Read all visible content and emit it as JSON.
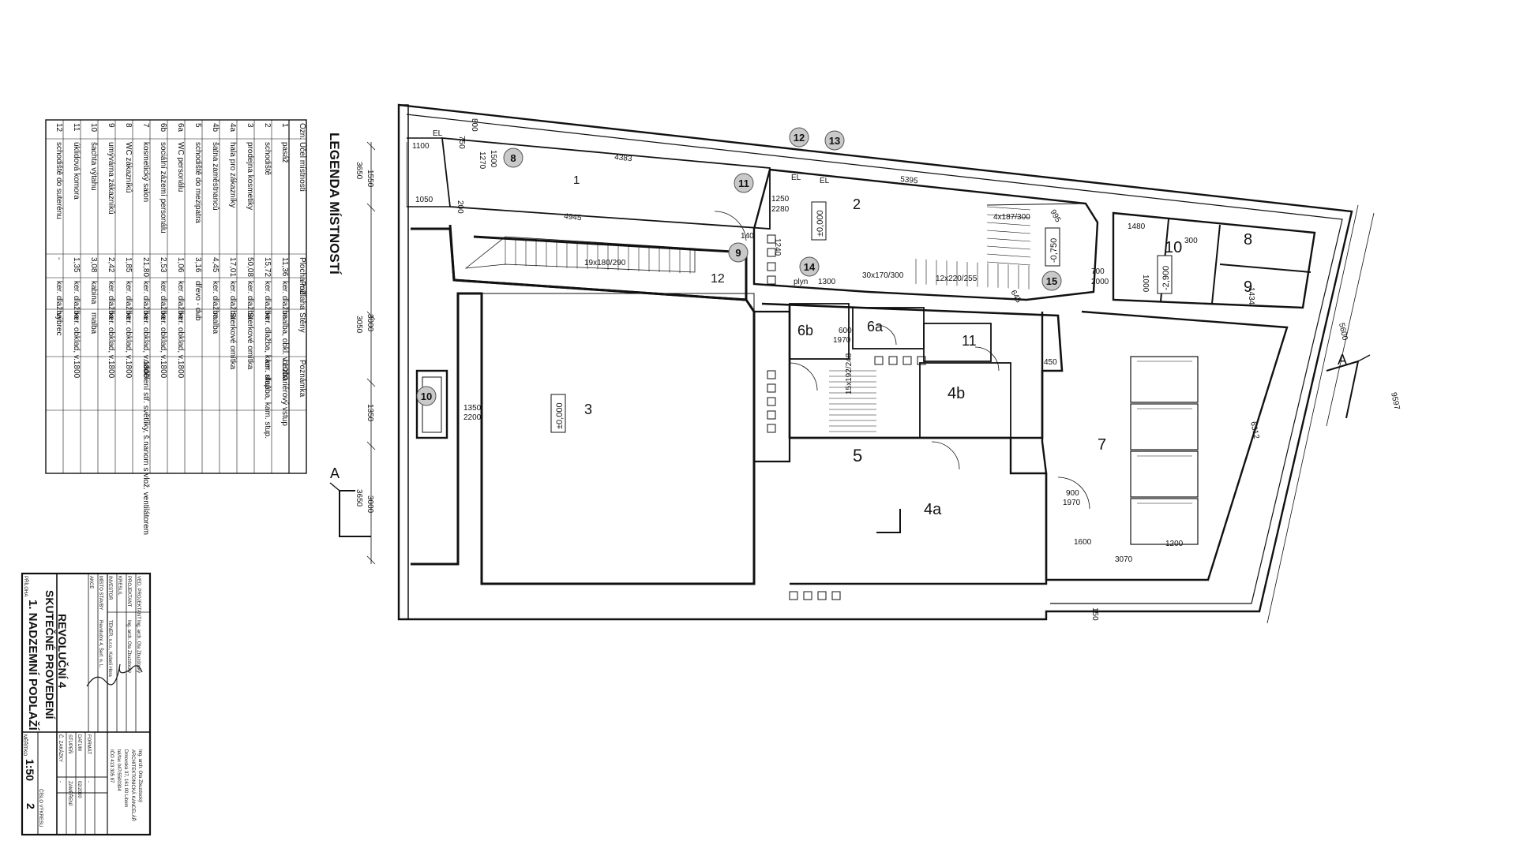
{
  "legend": {
    "title": "LEGENDA MÍSTNOSTÍ",
    "headers": [
      "Ozn.",
      "Účel místnosti",
      "Plocha m2",
      "Podlaha",
      "Stěny",
      "Poznámka"
    ],
    "rows": [
      {
        "id": "1",
        "name": "pasáž",
        "area": "11,36",
        "floor": "ker. dlažba",
        "walls": "malba, obkl. v.1000",
        "note": "bezbariérový vstup"
      },
      {
        "id": "2",
        "name": "schodiště",
        "area": "15,72",
        "floor": "ker. dlažba",
        "walls": "ker. dlažba, kam. stup.",
        "note": "ker. dlažba, kam. stup."
      },
      {
        "id": "3",
        "name": "prodejna kosmetiky",
        "area": "50,08",
        "floor": "ker. dlažba",
        "walls": "Sterkové omítka",
        "note": ""
      },
      {
        "id": "4a",
        "name": "hala pro zákazníky",
        "area": "17,01",
        "floor": "ker. dlažba",
        "walls": "Sterkové omítka",
        "note": ""
      },
      {
        "id": "4b",
        "name": "šatna zaměstnanců",
        "area": "4,45",
        "floor": "ker. dlažba",
        "walls": "malba",
        "note": ""
      },
      {
        "id": "5",
        "name": "schodiště do mezipatra",
        "area": "3,16",
        "floor": "dřevo - dub",
        "walls": "-",
        "note": ""
      },
      {
        "id": "6a",
        "name": "WC personálu",
        "area": "1,06",
        "floor": "ker. dlažba",
        "walls": "ker. obklad, v.1800",
        "note": ""
      },
      {
        "id": "6b",
        "name": "sociální zázemí personálu",
        "area": "2,53",
        "floor": "ker. dlažba",
        "walls": "ker. obklad, v.1800",
        "note": ""
      },
      {
        "id": "7",
        "name": "kosmetický salon",
        "area": "21,80",
        "floor": "ker. dlažba",
        "walls": "ker. obklad, v.1800",
        "note": "oddělení stř. světliky, š.nanom s vlož. ventilátorem"
      },
      {
        "id": "8",
        "name": "WC zákazníků",
        "area": "1,85",
        "floor": "ker. dlažba",
        "walls": "ker. obklad, v.1800",
        "note": ""
      },
      {
        "id": "9",
        "name": "umývárna zákazníků",
        "area": "2,42",
        "floor": "ker. dlažba",
        "walls": "ker. obklad, v.1800",
        "note": ""
      },
      {
        "id": "10",
        "name": "šachta výtahu",
        "area": "3,08",
        "floor": "kabina",
        "walls": "malba",
        "note": ""
      },
      {
        "id": "11",
        "name": "úklidová komora",
        "area": "1,35",
        "floor": "ker. dlažba",
        "walls": "ker. obklad, v.1800",
        "note": ""
      },
      {
        "id": "12",
        "name": "schodiště do suterénu",
        "area": "-",
        "floor": "ker. dlažba",
        "walls": "výbrec",
        "note": ""
      }
    ]
  },
  "title_block": {
    "designer_label": "VED. PROJEKTANT",
    "designer": "Ing. arch. Ota Zbuzdocký",
    "project_label": "PROJEKTANT",
    "project_name": "Ing. arch. Ota Zbuzdocký",
    "checked_label": "KRESLIL",
    "investor_label": "INVESTOR",
    "investor": "TENER, s.r.o., Kubelí Hora",
    "location_label": "MÍSTO STAVBY",
    "location": "Revoluční 4, Šerf. n. L.",
    "action_label": "AKCE",
    "action_title": "REVOLUČNÍ 4",
    "subtitle": "SKUTEČNÉ PROVEDENÍ",
    "attachment_label": "PŘÍLOHA",
    "drawing_title": "1. NADZEMNÍ PODLAŽÍ",
    "office": "ARCHITEKTONICKÁ KANCELÁŘ",
    "office_name": "Ing. arch. Ota Zbuzdocký",
    "office_address": "Drnovská 37, 161 00 Libom",
    "office_phone": "tel/fax 047/5500304",
    "office_ico": "IČO 413 305 87",
    "format_label": "FORMÁT",
    "format": "-",
    "date_label": "DATUM",
    "date": "02/2000",
    "stage_label": "STUPEŇ",
    "stage": "ZAMĚŘENÍ",
    "zakazka_label": "Č. ZAKÁZKY",
    "zakazka": "-",
    "scale_label": "MĚŘÍTKO",
    "scale": "1:50",
    "sheet_label": "ČÍSLO VÝKRESU",
    "sheet": "2"
  },
  "plan": {
    "rooms": [
      {
        "id": "1"
      },
      {
        "id": "2"
      },
      {
        "id": "3"
      },
      {
        "id": "4a"
      },
      {
        "id": "4b"
      },
      {
        "id": "5"
      },
      {
        "id": "6a"
      },
      {
        "id": "6b"
      },
      {
        "id": "7"
      },
      {
        "id": "8"
      },
      {
        "id": "9"
      },
      {
        "id": "10"
      },
      {
        "id": "11"
      },
      {
        "id": "12"
      }
    ],
    "circle_labels": [
      "8",
      "9",
      "10",
      "11",
      "12",
      "13",
      "14",
      "15"
    ],
    "levels": [
      "±0,000",
      "±0,000",
      "-0,750",
      "-2,900"
    ],
    "stairs": [
      "4x187/300",
      "19x180/290",
      "30x170/300",
      "12x220/255",
      "15x192/248"
    ],
    "section_label": "A",
    "gas_label": "plyn",
    "el_label": "EL",
    "dims": {
      "top1": "4383",
      "top2": "5395",
      "mid1": "4945",
      "side1": "3650",
      "side2": "1550",
      "side3": "3050",
      "side4": "3000",
      "side5": "1350",
      "side6": "3650",
      "side7": "3000",
      "d1100": "1100",
      "d1050": "1050",
      "d800": "800",
      "d750": "750",
      "d1500": "1500",
      "d1270": "1270",
      "d200": "200",
      "d1250": "1250",
      "d2280": "2280",
      "d1300": "1300",
      "d700": "700",
      "d2000": "2000",
      "d1480": "1480",
      "d300": "300",
      "d1000": "1000",
      "d1350": "1350",
      "d2200": "2200",
      "d600": "600",
      "d1970": "1970",
      "d900": "900",
      "d1600": "1600",
      "d3070": "3070",
      "d1200": "1200",
      "d5600": "5600",
      "d9597": "9597",
      "d6312": "6312",
      "d150": "150",
      "d450": "450",
      "d1240": "1240",
      "d140": "140",
      "d995": "995",
      "d645": "645",
      "d1434": "1434"
    }
  }
}
